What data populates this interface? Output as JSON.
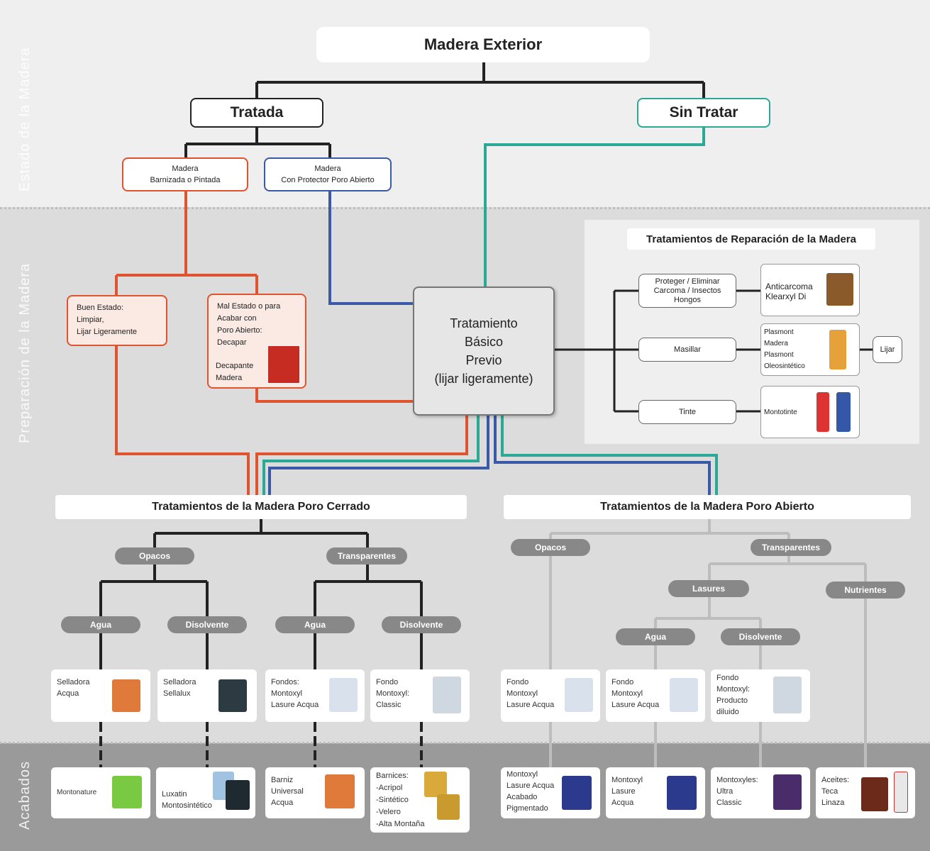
{
  "sections": {
    "estado": "Estado de la Madera",
    "preparacion": "Preparación de la Madera",
    "acabados": "Acabados"
  },
  "top": {
    "title": "Madera Exterior",
    "tratada": "Tratada",
    "sin_tratar": "Sin Tratar",
    "barnizada": "Madera\nBarnizada o Pintada",
    "protector": "Madera\nCon Protector Poro Abierto"
  },
  "prep": {
    "buen_estado": "Buen Estado:\nLimpiar,\nLijar Ligeramente",
    "mal_estado": "Mal Estado o para\nAcabar con\nPoro Abierto:\nDecapar",
    "decapante": "Decapante\nMadera",
    "center": "Tratamiento\nBásico\nPrevio\n(lijar ligeramente)"
  },
  "repair": {
    "title": "Tratamientos de Reparación de la Madera",
    "proteger": "Proteger / Eliminar\nCarcoma / Insectos\nHongos",
    "anticarcoma": "Anticarcoma\nKlearxyl Di",
    "masillar": "Masillar",
    "plasmont": "Plasmont\nMadera\nPlasmont\nOleosintético",
    "lijar": "Lijar",
    "tinte": "Tinte",
    "montotinte": "Montotinte"
  },
  "cerrado": {
    "title": "Tratamientos de la Madera Poro Cerrado",
    "opacos": "Opacos",
    "transparentes": "Transparentes",
    "agua1": "Agua",
    "disolvente1": "Disolvente",
    "agua2": "Agua",
    "disolvente2": "Disolvente",
    "c1": "Selladora\nAcqua",
    "c2": "Selladora\nSellalux",
    "c3": "Fondos:\nMontoxyl\nLasure Acqua",
    "c4": "Fondo\nMontoxyl:\nClassic"
  },
  "abierto": {
    "title": "Tratamientos de la Madera Poro Abierto",
    "opacos": "Opacos",
    "transparentes": "Transparentes",
    "lasures": "Lasures",
    "nutrientes": "Nutrientes",
    "agua": "Agua",
    "disolvente": "Disolvente",
    "c1": "Fondo\nMontoxyl\nLasure Acqua",
    "c2": "Fondo\nMontoxyl\nLasure Acqua",
    "c3": "Fondo\nMontoxyl:\nProducto\ndiluido"
  },
  "acabados": {
    "a1": "Montonature",
    "a2": "Luxatin\nMontosintético",
    "a3": "Barniz\nUniversal\nAcqua",
    "a4": "Barnices:\n-Acripol\n-Sintético\n-Velero\n-Alta Montaña",
    "a5": "Montoxyl\nLasure Acqua\nAcabado\nPigmentado",
    "a6": "Montoxyl\nLasure\nAcqua",
    "a7": "Montoxyles:\nUltra\nClassic",
    "a8": "Aceites:\nTeca\nLinaza"
  },
  "colors": {
    "black": "#222222",
    "red": "#e0532f",
    "blue": "#3a5aa8",
    "teal": "#2aa997",
    "gray": "#bbbbbb"
  }
}
